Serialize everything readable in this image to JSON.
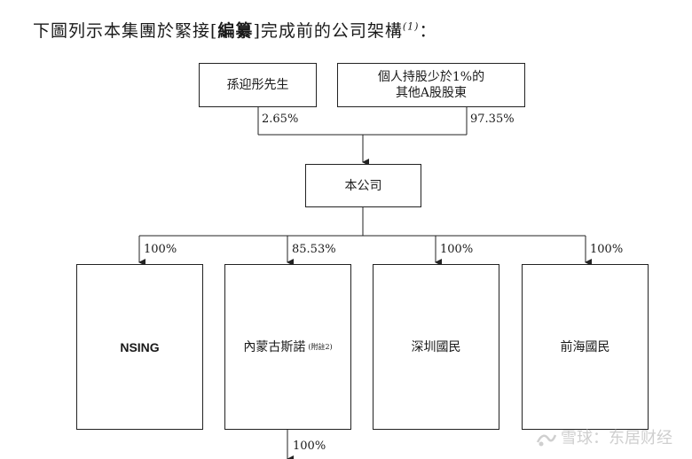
{
  "title": {
    "prefix": "下圖列示本集團於緊接[",
    "bold": "編纂",
    "suffix": "]完成前的公司架構",
    "note": "(1)",
    "colon": "："
  },
  "shareholders": [
    {
      "name": "孫迎彤先生",
      "percent": "2.65%"
    },
    {
      "name_line1": "個人持股少於1%的",
      "name_line2": "其他A股股東",
      "percent": "97.35%"
    }
  ],
  "company": "本公司",
  "subsidiaries": [
    {
      "name": "NSING",
      "percent": "100%"
    },
    {
      "name": "內蒙古斯諾",
      "note": "(附註2)",
      "percent": "85.53%"
    },
    {
      "name": "深圳國民",
      "percent": "100%"
    },
    {
      "name": "前海國民",
      "percent": "100%"
    }
  ],
  "downstream_percent": "100%",
  "watermark": "雪球：东居财经"
}
